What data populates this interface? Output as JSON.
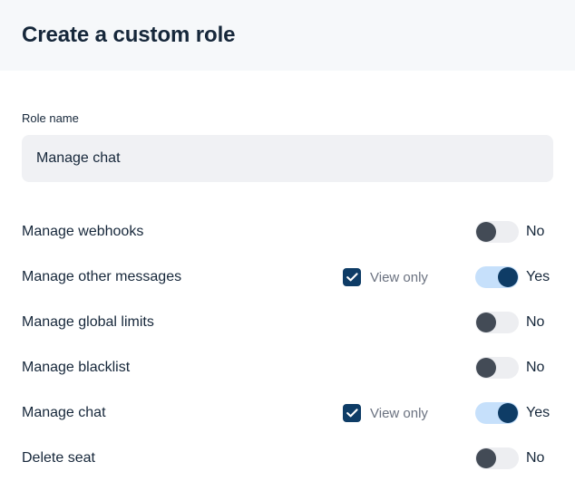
{
  "header": {
    "title": "Create a custom role"
  },
  "form": {
    "role_name": {
      "label": "Role name",
      "value": "Manage chat",
      "placeholder": "Role name"
    }
  },
  "permissions": {
    "view_only_label": "View only",
    "state_on_label": "Yes",
    "state_off_label": "No",
    "rows": [
      {
        "label": "Manage webhooks",
        "has_view_only": false,
        "view_only_checked": false,
        "enabled": false,
        "state_label": "No"
      },
      {
        "label": "Manage other messages",
        "has_view_only": true,
        "view_only_checked": true,
        "view_only_label": "View only",
        "enabled": true,
        "state_label": "Yes"
      },
      {
        "label": "Manage global limits",
        "has_view_only": false,
        "view_only_checked": false,
        "enabled": false,
        "state_label": "No"
      },
      {
        "label": "Manage blacklist",
        "has_view_only": false,
        "view_only_checked": false,
        "enabled": false,
        "state_label": "No"
      },
      {
        "label": "Manage chat",
        "has_view_only": true,
        "view_only_checked": true,
        "view_only_label": "View only",
        "enabled": true,
        "state_label": "Yes"
      },
      {
        "label": "Delete seat",
        "has_view_only": false,
        "view_only_checked": false,
        "enabled": false,
        "state_label": "No"
      }
    ]
  },
  "colors": {
    "header_bg": "#f6f8fa",
    "text_primary": "#16273a",
    "text_muted": "#6b7280",
    "input_bg": "#f0f1f4",
    "accent_navy": "#0e3c66",
    "toggle_on_track": "#c6e0fb",
    "toggle_off_track": "#edeef1",
    "toggle_off_knob": "#434b56"
  }
}
